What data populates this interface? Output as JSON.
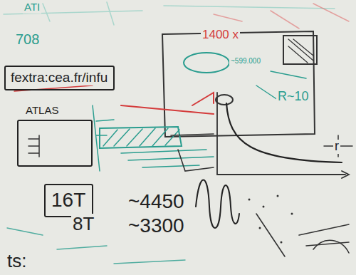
{
  "diagram": {
    "nodes": [
      {
        "text": [
          "ATLAS"
        ]
      },
      {
        "text": [
          "16T"
        ]
      },
      {
        "text": [
          "fextra:cea.fr/infu"
        ]
      }
    ],
    "labels": [
      "ATI",
      "708",
      "1400 x",
      "~599.000",
      "R~10",
      "8T",
      "~4450",
      "~3300",
      "ts:",
      "r"
    ]
  }
}
